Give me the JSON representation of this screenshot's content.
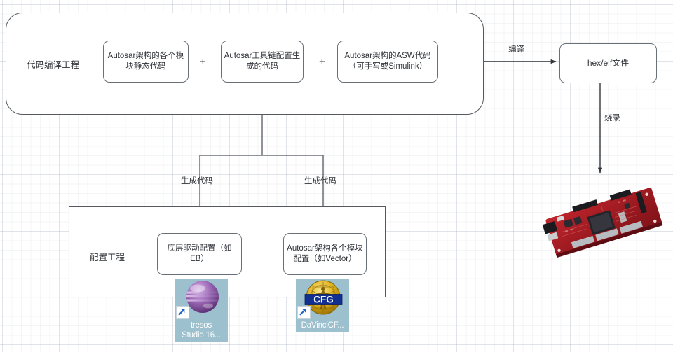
{
  "diagram": {
    "title_hidden": "",
    "compile_project": {
      "label": "代码编译工程",
      "items": [
        {
          "label": "Autosar架构的各个模\n块静态代码"
        },
        {
          "label": "Autosar工具链配置生\n成的代码"
        },
        {
          "label": "Autosar架构的ASW代码\n（可手写或Simulink）"
        }
      ],
      "operators": [
        "+",
        "+"
      ]
    },
    "config_project": {
      "label": "配置工程",
      "items": [
        {
          "label": "底层驱动配置（如\nEB）"
        },
        {
          "label": "Autosar架构各个模块\n配置（如Vector）"
        }
      ]
    },
    "output": {
      "label": "hex/elf文件"
    },
    "edges": [
      {
        "name": "compile",
        "label": "编译"
      },
      {
        "name": "flash",
        "label": "烧录"
      },
      {
        "name": "generate-code-left",
        "label": "生成代码"
      },
      {
        "name": "generate-code-right",
        "label": "生成代码"
      }
    ],
    "desktop_icons": [
      {
        "name": "tresos-studio",
        "caption_line1": "tresos",
        "caption_line2": "Studio 16...",
        "icon": "purple-sphere-icon",
        "shortcut": true,
        "selection_color": "#9cc0ce"
      },
      {
        "name": "davinci-configurator",
        "caption_line1": "DaVinciCF...",
        "caption_line2": "",
        "icon": "vitruvian-cfg-icon",
        "badge_text": "CFG",
        "shortcut": true,
        "selection_color": "#9cc0ce"
      }
    ],
    "hardware": {
      "name": "development-board",
      "label": ""
    },
    "colors": {
      "stroke": "#55595f",
      "node_stroke": "#6a7078",
      "text": "#2f3338",
      "grid": "#aab4be",
      "icon_selection": "#9cc0ce",
      "board_red": "#a81f26",
      "badge_blue": "#12308f",
      "gold": "#d7a81b"
    }
  }
}
